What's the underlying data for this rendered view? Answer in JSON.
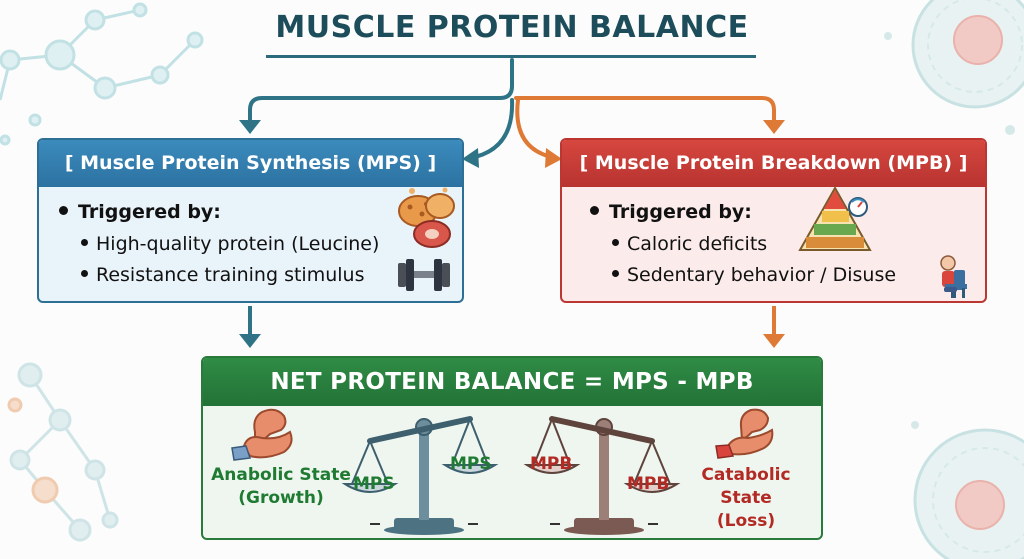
{
  "title": "MUSCLE PROTEIN BALANCE",
  "colors": {
    "title": "#1d4d5b",
    "mps": "#2e6f95",
    "mpb": "#bd3732",
    "net": "#2a7a3c",
    "arrow_teal": "#2f7486",
    "arrow_orange": "#de7a35"
  },
  "mps_box": {
    "header": "[ Muscle Protein Synthesis (MPS) ]",
    "triggered_label": "Triggered by:",
    "items": [
      "High-quality protein (Leucine)",
      "Resistance training stimulus"
    ],
    "icons": [
      "food-protein-icon",
      "dumbbell-icon"
    ]
  },
  "mpb_box": {
    "header": "[ Muscle Protein Breakdown (MPB) ]",
    "triggered_label": "Triggered by:",
    "items": [
      "Caloric deficits",
      "Sedentary behavior / Disuse"
    ],
    "icons": [
      "food-pyramid-icon",
      "seated-person-icon"
    ]
  },
  "net_box": {
    "header": "NET PROTEIN BALANCE = MPS - MPB",
    "anabolic_label": "Anabolic State\n(Growth)",
    "anabolic_line1": "Anabolic State",
    "anabolic_line2": "(Growth)",
    "catabolic_line1": "Catabolic State",
    "catabolic_line2": "(Loss)",
    "left_scale": {
      "low_pan": "MPS",
      "high_pan": "MPS"
    },
    "right_scale": {
      "high_pan": "MPB",
      "low_pan": "MPB"
    },
    "icons": [
      "flexed-arm-icon",
      "balance-scale-icon",
      "balance-scale-icon",
      "flexed-arm-icon"
    ]
  }
}
